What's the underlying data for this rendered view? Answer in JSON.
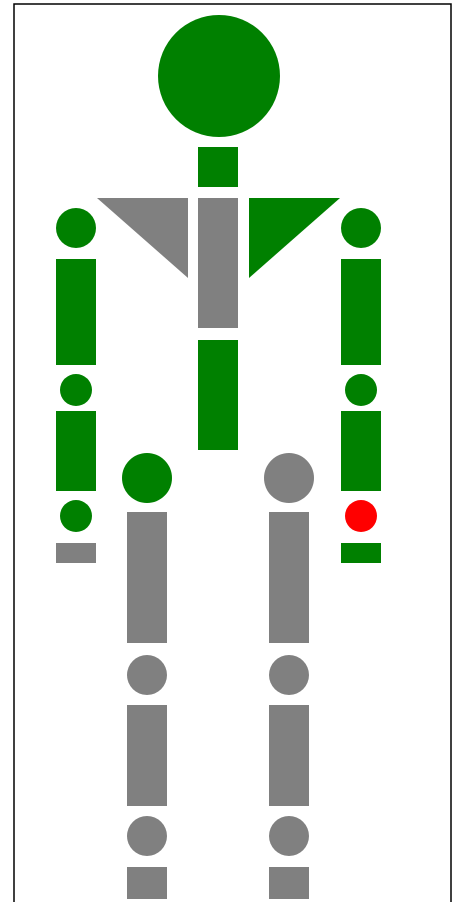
{
  "colors": {
    "green": "#008000",
    "gray": "#808080",
    "red": "#ff0000",
    "frame": "#000000",
    "background": "#ffffff"
  },
  "figure": {
    "head": "green",
    "neck": "green",
    "left_shoulder": "gray",
    "right_shoulder": "green",
    "upper_torso": "gray",
    "lower_torso": "green",
    "arm_left": {
      "shoulder_joint": "green",
      "upper_arm": "green",
      "elbow_joint": "green",
      "forearm": "green",
      "wrist_joint": "green",
      "hand": "gray"
    },
    "arm_right": {
      "shoulder_joint": "green",
      "upper_arm": "green",
      "elbow_joint": "green",
      "forearm": "green",
      "wrist_joint": "red",
      "hand": "green"
    },
    "leg_left": {
      "hip_joint": "green",
      "thigh": "gray",
      "knee_joint": "gray",
      "shin": "gray",
      "ankle_joint": "gray",
      "foot": "gray"
    },
    "leg_right": {
      "hip_joint": "gray",
      "thigh": "gray",
      "knee_joint": "gray",
      "shin": "gray",
      "ankle_joint": "gray",
      "foot": "gray"
    }
  }
}
